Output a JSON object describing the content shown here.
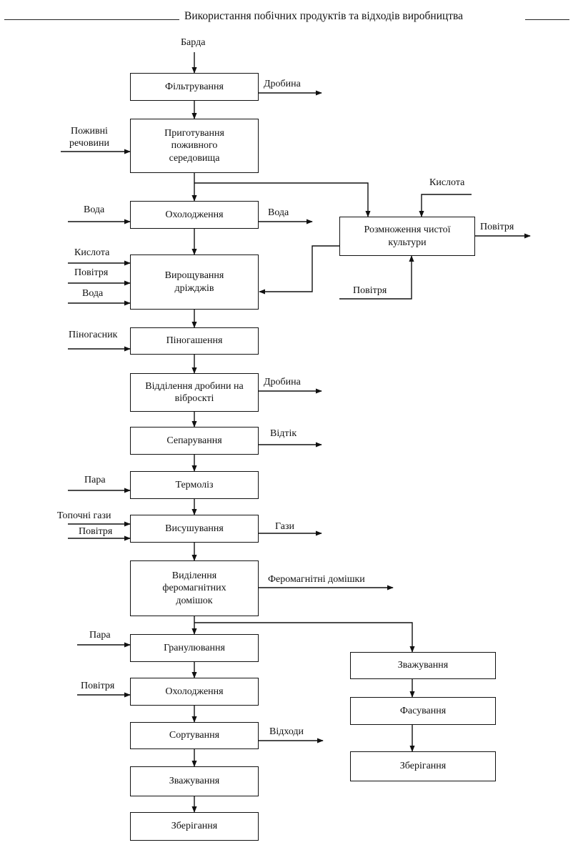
{
  "header": {
    "title": "Використання побічних продуктів та відходів виробництва"
  },
  "nodes": {
    "filtering": "Фільтрування",
    "medium_prep": "Приготування поживного середовища",
    "cooling_1": "Охолодження",
    "yeast_growing": "Вирощування дріжджів",
    "defoaming": "Піногашення",
    "grain_separation": "Відділення дробини на віброскті",
    "separation": "Сепарування",
    "thermolysis": "Термоліз",
    "drying": "Висушування",
    "ferro_separation": "Виділення феромагнітних домішок",
    "granulation": "Гранулювання",
    "cooling_2": "Охолодження",
    "sorting": "Сортування",
    "weighing_1": "Зважування",
    "storage_1": "Зберігання",
    "culture_propagation": "Розмноження чистої культури",
    "weighing_2": "Зважування",
    "packing": "Фасування",
    "storage_2": "Зберігання"
  },
  "flows": {
    "barda": "Барда",
    "grain_out_1": "Дробина",
    "nutrients_line1": "Поживні",
    "nutrients_line2": "речовини",
    "water_in": "Вода",
    "water_out": "Вода",
    "acid_in": "Кислота",
    "air_in_1": "Повітря",
    "water_in_2": "Вода",
    "acid_culture": "Кислота",
    "air_out_culture": "Повітря",
    "air_in_culture": "Повітря",
    "defoamer": "Піногасник",
    "grain_out_2": "Дробина",
    "effluent": "Відтік",
    "steam_1": "Пара",
    "flue_gases": "Топочні гази",
    "air_in_2": "Повітря",
    "gases_out": "Гази",
    "ferro_out": "Феромагнітні домішки",
    "steam_2": "Пара",
    "air_in_3": "Повітря",
    "waste_out": "Відходи"
  }
}
